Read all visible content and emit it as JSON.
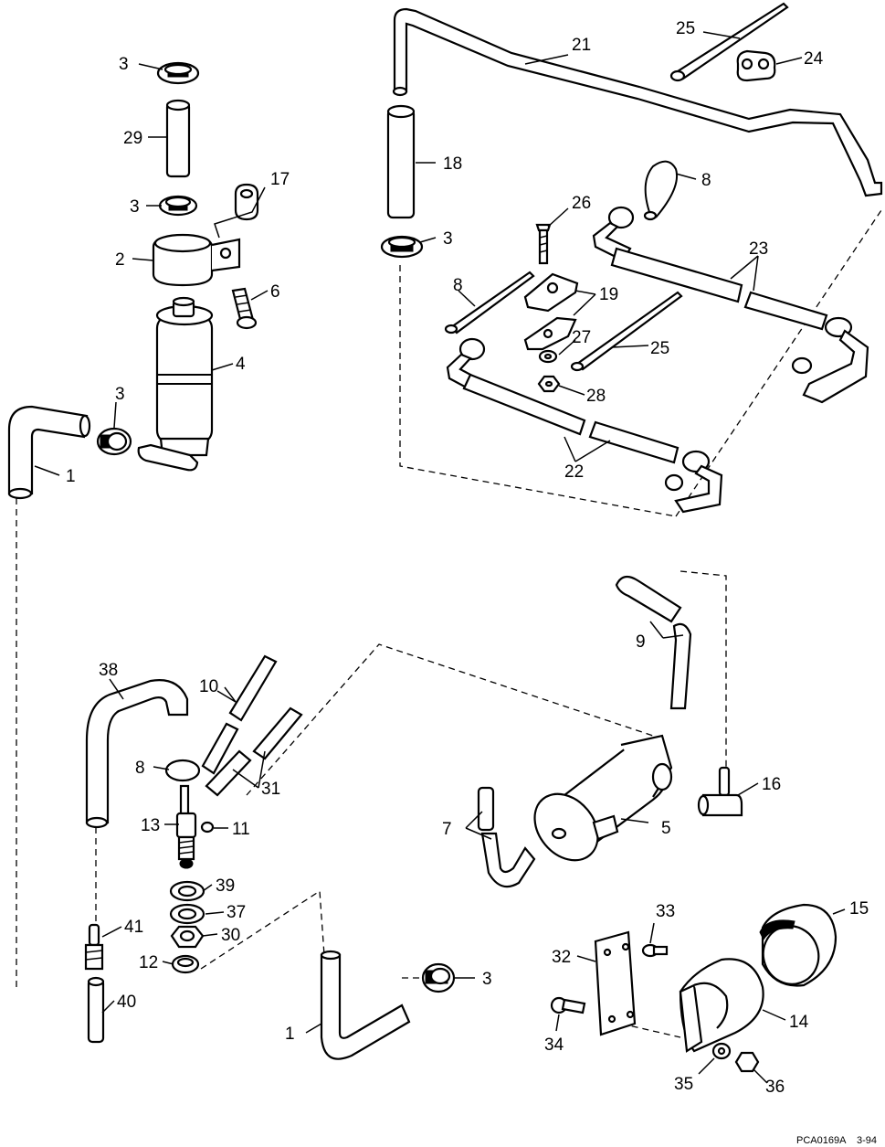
{
  "labels": {
    "n1": "1",
    "n2": "2",
    "n3": "3",
    "n4": "4",
    "n5": "5",
    "n6": "6",
    "n7": "7",
    "n8": "8",
    "n9": "9",
    "n10": "10",
    "n11": "11",
    "n12": "12",
    "n13": "13",
    "n14": "14",
    "n15": "15",
    "n16": "16",
    "n17": "17",
    "n18": "18",
    "n19": "19",
    "n21": "21",
    "n22": "22",
    "n23": "23",
    "n24": "24",
    "n25": "25",
    "n26": "26",
    "n27": "27",
    "n28": "28",
    "n29": "29",
    "n30": "30",
    "n31": "31",
    "n32": "32",
    "n33": "33",
    "n34": "34",
    "n35": "35",
    "n36": "36",
    "n37": "37",
    "n38": "38",
    "n39": "39",
    "n40": "40",
    "n41": "41"
  },
  "footer": {
    "code": "PCA0169A",
    "date": "3-94"
  }
}
